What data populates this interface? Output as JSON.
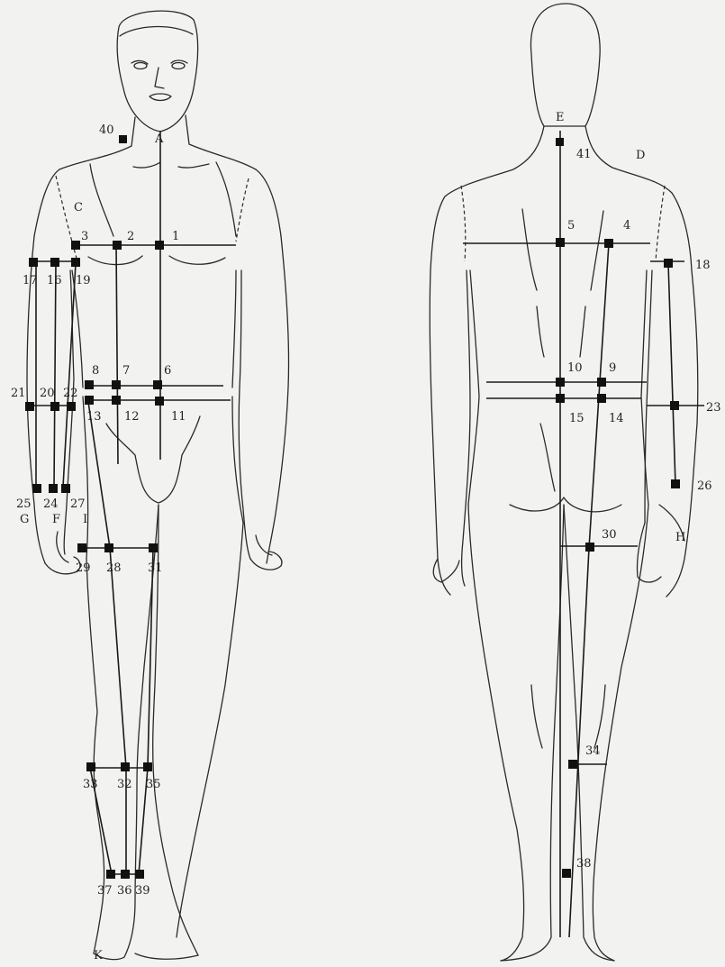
{
  "figure": {
    "front": {
      "points": [
        {
          "id": "40",
          "label": "40"
        },
        {
          "id": "1",
          "label": "1"
        },
        {
          "id": "2",
          "label": "2"
        },
        {
          "id": "3",
          "label": "3"
        },
        {
          "id": "16",
          "label": "16"
        },
        {
          "id": "17",
          "label": "17"
        },
        {
          "id": "19",
          "label": "19"
        },
        {
          "id": "6",
          "label": "6"
        },
        {
          "id": "7",
          "label": "7"
        },
        {
          "id": "8",
          "label": "8"
        },
        {
          "id": "11",
          "label": "11"
        },
        {
          "id": "12",
          "label": "12"
        },
        {
          "id": "13",
          "label": "13"
        },
        {
          "id": "20",
          "label": "20"
        },
        {
          "id": "21",
          "label": "21"
        },
        {
          "id": "22",
          "label": "22"
        },
        {
          "id": "24",
          "label": "24"
        },
        {
          "id": "25",
          "label": "25"
        },
        {
          "id": "27",
          "label": "27"
        },
        {
          "id": "28",
          "label": "28"
        },
        {
          "id": "29",
          "label": "29"
        },
        {
          "id": "31",
          "label": "31"
        },
        {
          "id": "32",
          "label": "32"
        },
        {
          "id": "33",
          "label": "33"
        },
        {
          "id": "35",
          "label": "35"
        },
        {
          "id": "36",
          "label": "36"
        },
        {
          "id": "37",
          "label": "37"
        },
        {
          "id": "39",
          "label": "39"
        }
      ],
      "letters": {
        "A": "A",
        "C": "C",
        "G": "G",
        "F": "F",
        "I": "I",
        "K": "K"
      }
    },
    "back": {
      "points": [
        {
          "id": "41",
          "label": "41"
        },
        {
          "id": "5",
          "label": "5"
        },
        {
          "id": "4",
          "label": "4"
        },
        {
          "id": "18",
          "label": "18"
        },
        {
          "id": "10",
          "label": "10"
        },
        {
          "id": "9",
          "label": "9"
        },
        {
          "id": "15",
          "label": "15"
        },
        {
          "id": "14",
          "label": "14"
        },
        {
          "id": "23",
          "label": "23"
        },
        {
          "id": "26",
          "label": "26"
        },
        {
          "id": "30",
          "label": "30"
        },
        {
          "id": "34",
          "label": "34"
        },
        {
          "id": "38",
          "label": "38"
        }
      ],
      "letters": {
        "E": "E",
        "D": "D",
        "H": "H"
      }
    }
  }
}
